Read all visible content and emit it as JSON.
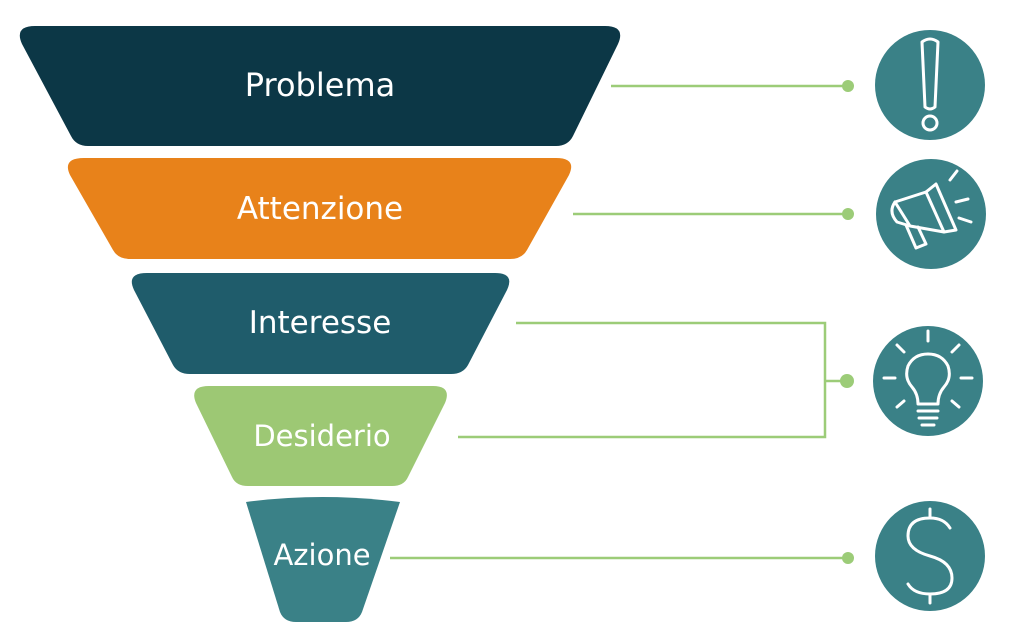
{
  "funnel": {
    "stages": [
      {
        "label": "Problema",
        "color": "#0c3746"
      },
      {
        "label": "Attenzione",
        "color": "#e8821a"
      },
      {
        "label": "Interesse",
        "color": "#1f5c6b"
      },
      {
        "label": "Desiderio",
        "color": "#9dc874"
      },
      {
        "label": "Azione",
        "color": "#3a8187"
      }
    ]
  },
  "connector_color": "#9ccc78",
  "icon_circle_color": "#3a8187",
  "icons": [
    {
      "name": "exclamation-icon",
      "stages": [
        "Problema"
      ]
    },
    {
      "name": "megaphone-icon",
      "stages": [
        "Attenzione"
      ]
    },
    {
      "name": "lightbulb-icon",
      "stages": [
        "Interesse",
        "Desiderio"
      ]
    },
    {
      "name": "dollar-icon",
      "stages": [
        "Azione"
      ]
    }
  ]
}
